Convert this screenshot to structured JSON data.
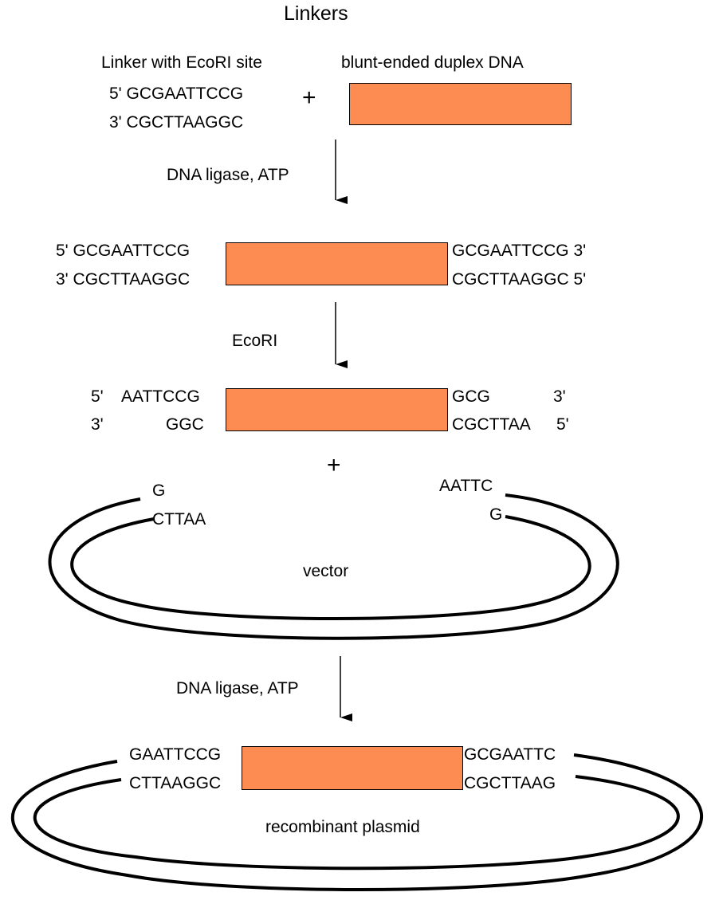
{
  "colors": {
    "insert_fill": "#fc8c52",
    "stroke": "#000000"
  },
  "title": "Linkers",
  "step1": {
    "linker_label": "Linker with EcoRI site",
    "blunt_label": "blunt-ended duplex DNA",
    "linker_top": "5' GCGAATTCCG",
    "linker_bottom": "3' CGCTTAAGGC",
    "plus": "+"
  },
  "arrow1_label": "DNA ligase, ATP",
  "step2": {
    "left_top": "5' GCGAATTCCG",
    "left_bottom": "3' CGCTTAAGGC",
    "right_top": "GCGAATTCCG 3'",
    "right_bottom": "CGCTTAAGGC 5'"
  },
  "arrow2_label": "EcoRI",
  "step3": {
    "left_top_end": "5'",
    "left_top_seq": "AATTCCG",
    "left_bottom_end": "3'",
    "left_bottom_seq": "GGC",
    "right_top_seq": "GCG",
    "right_top_end": "3'",
    "right_bottom_seq": "CGCTTAA",
    "right_bottom_end": "5'",
    "plus": "+"
  },
  "vector": {
    "left_top": "G",
    "left_bottom": "CTTAA",
    "right_top": "AATTC",
    "right_bottom": "G",
    "label": "vector"
  },
  "arrow3_label": "DNA ligase, ATP",
  "plasmid": {
    "left_top": "GAATTCCG",
    "left_bottom": "CTTAAGGC",
    "right_top": "GCGAATTC",
    "right_bottom": "CGCTTAAG",
    "label": "recombinant plasmid"
  }
}
